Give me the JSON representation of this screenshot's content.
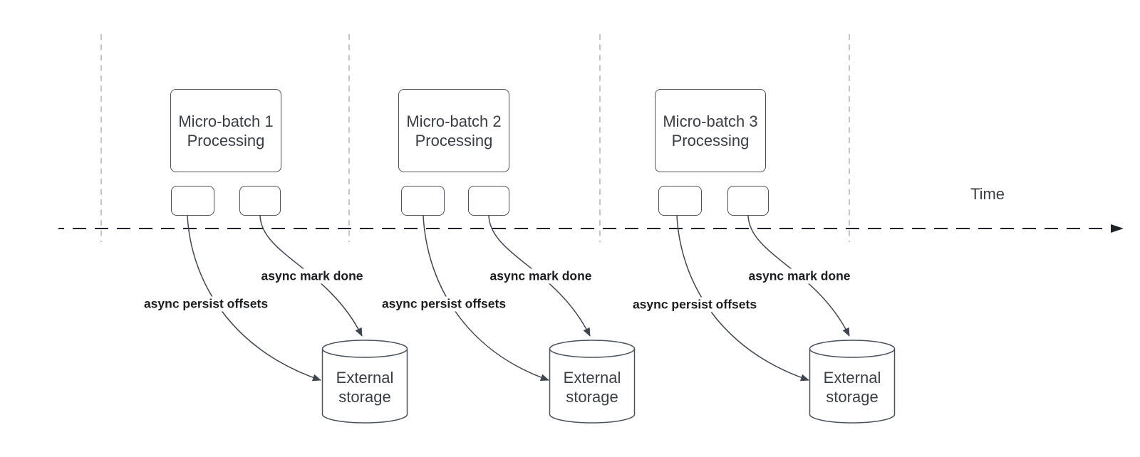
{
  "diagram": {
    "time_axis_label": "Time",
    "colors": {
      "shape_stroke": "#4b525c",
      "curve_stroke": "#3f4651",
      "timeline_stroke": "#202329",
      "guide_stroke": "#abadb2",
      "shape_text": "#3a3e45",
      "label_text": "#1b1d21",
      "background": "#ffffff"
    },
    "batches": [
      {
        "title_line1": "Micro-batch 1",
        "title_line2": "Processing",
        "persist_arrow_label": "async persist offsets",
        "mark_arrow_label": "async mark done",
        "storage_line1": "External",
        "storage_line2": "storage"
      },
      {
        "title_line1": "Micro-batch 2",
        "title_line2": "Processing",
        "persist_arrow_label": "async persist offsets",
        "mark_arrow_label": "async mark done",
        "storage_line1": "External",
        "storage_line2": "storage"
      },
      {
        "title_line1": "Micro-batch 3",
        "title_line2": "Processing",
        "persist_arrow_label": "async persist offsets",
        "mark_arrow_label": "async mark done",
        "storage_line1": "External",
        "storage_line2": "storage"
      }
    ]
  }
}
